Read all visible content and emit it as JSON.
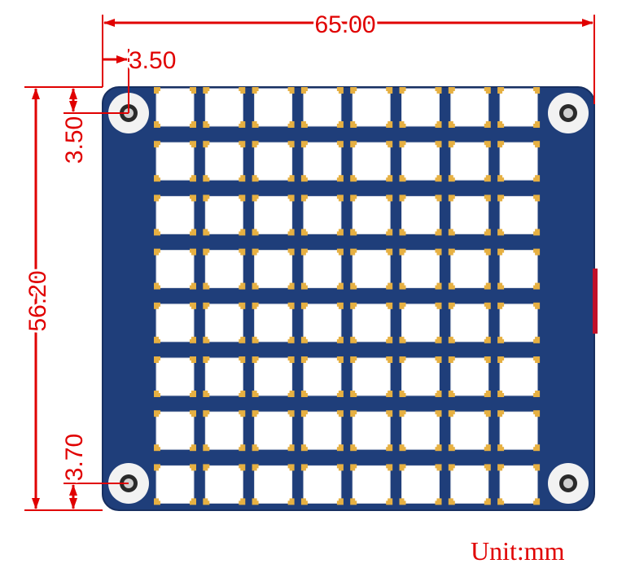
{
  "dimensions": {
    "width": "65.00",
    "hole_offset_x": "3.50",
    "hole_offset_y": "3.50",
    "height": "56.20",
    "hole_offset_bottom": "3.70"
  },
  "unit_label": "Unit:mm",
  "board": {
    "led_rows": 8,
    "led_cols": 8,
    "colors": {
      "pcb": "#1f3e7a",
      "pcb_edge": "#172f60",
      "led_body": "#ffffff",
      "led_pad": "#e6b042",
      "hole_ring": "#f2f2f2",
      "dimension": "#e00000"
    }
  }
}
